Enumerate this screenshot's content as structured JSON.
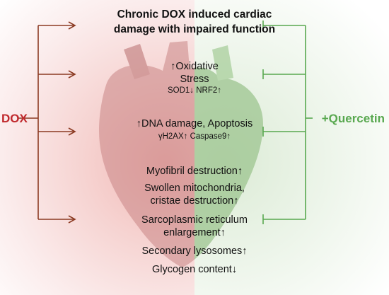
{
  "title": {
    "line1": "Chronic DOX induced cardiac",
    "line2": "damage with impaired function"
  },
  "left_label": "DOX",
  "right_label": "+Quercetin",
  "oxidative": {
    "line1": "↑Oxidative",
    "line2": "Stress",
    "markers": "SOD1↓  NRF2↑"
  },
  "dna": {
    "line1": "↑DNA damage, Apoptosis",
    "markers": "γH2AX↑  Caspase9↑"
  },
  "effects": {
    "myofibril": "Myofibril destruction↑",
    "mito_line1": "Swollen mitochondria,",
    "mito_line2": "cristae destruction↑",
    "sr_line1": "Sarcoplasmic reticulum",
    "sr_line2": "enlargement↑",
    "lysosomes": "Secondary lysosomes↑",
    "glycogen": "Glycogen content↓"
  },
  "colors": {
    "dox": "#c0282c",
    "arrow": "#8b3a22",
    "quercetin": "#58a84f",
    "heart_left": "#c98585",
    "heart_right": "#9cc48f"
  }
}
